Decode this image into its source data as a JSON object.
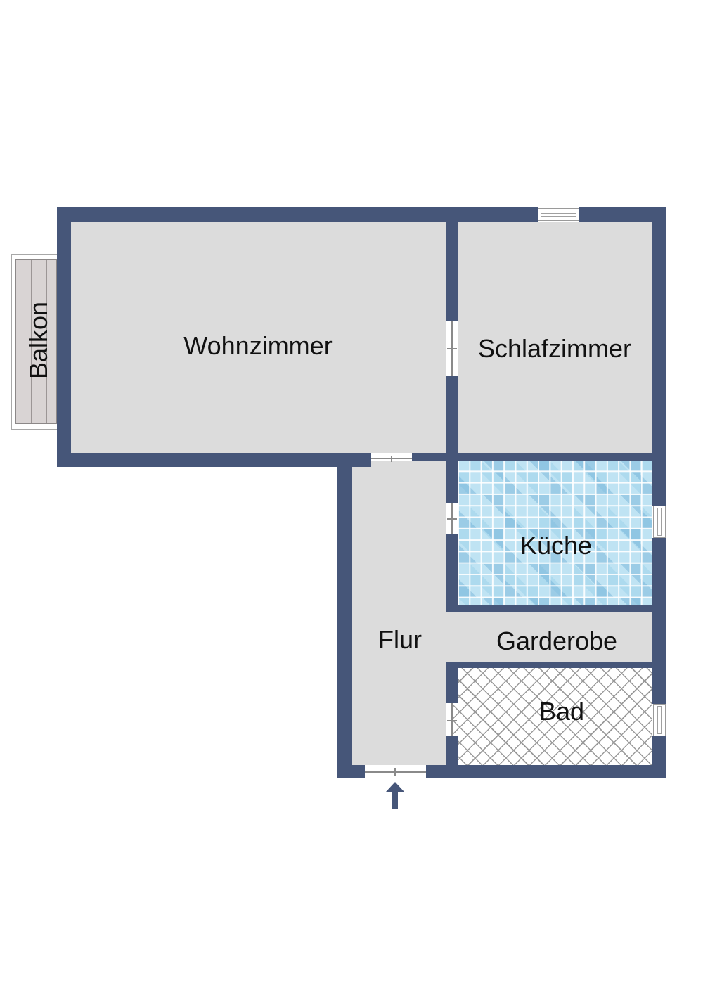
{
  "floorplan": {
    "title": "",
    "colors": {
      "wall": "#465679",
      "floor": "#dcdcdc",
      "kitchen_tile": "#bfe3f3",
      "bath_tile_line": "#9a9a9a",
      "balcony_wood": "#d9d4d4",
      "background": "#ffffff"
    },
    "rooms": {
      "balkon": {
        "label": "Balkon"
      },
      "wohnzimmer": {
        "label": "Wohnzimmer"
      },
      "schlafzimmer": {
        "label": "Schlafzimmer"
      },
      "kueche": {
        "label": "Küche"
      },
      "flur": {
        "label": "Flur"
      },
      "garderobe": {
        "label": "Garderobe"
      },
      "bad": {
        "label": "Bad"
      }
    },
    "entrance": {
      "icon": "arrow-up-icon"
    }
  }
}
